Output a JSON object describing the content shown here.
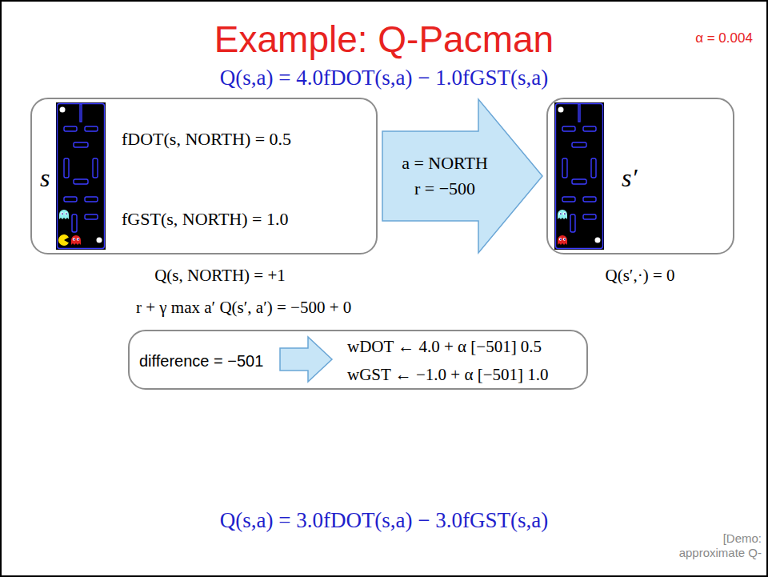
{
  "diagram": {
    "title": "Example: Q-Pacman",
    "nodes": [
      {
        "text": [
          "s",
          "fDOT(s, NORTH) = 0.5",
          "fGST(s, NORTH) = 1.0"
        ]
      },
      {
        "text": [
          "a = NORTH",
          "r = −500"
        ]
      },
      {
        "text": [
          "s′"
        ]
      },
      {
        "text": [
          "difference = −501",
          "wDOT ← 4.0 + α [−501] 0.5",
          "wGST ← −1.0 + α [−501] 1.0"
        ]
      }
    ],
    "labels": [
      "α = 0.004",
      "Q(s,a) = 4.0fDOT(s,a) − 1.0fGST(s,a)",
      "Q(s, NORTH) = +1",
      "r + γ max a′ Q(s′, a′) = −500 + 0",
      "Q(s′,·) = 0",
      "Q(s,a) = 3.0fDOT(s,a) − 3.0fGST(s,a)",
      "[Demo: approximate Q-"
    ]
  }
}
